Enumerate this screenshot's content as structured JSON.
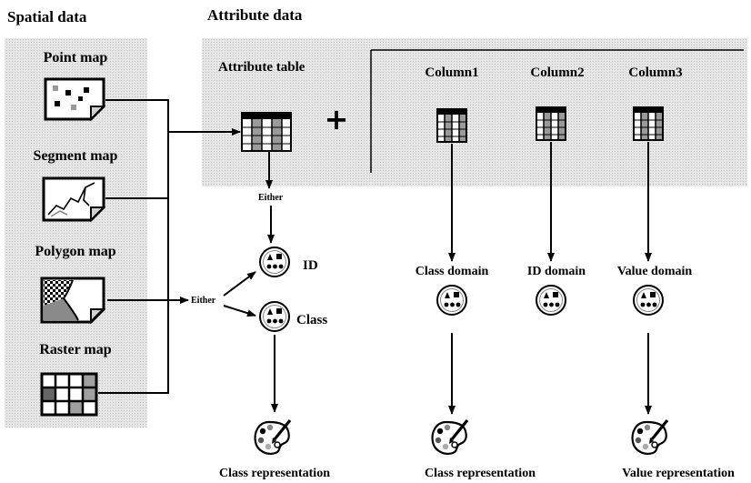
{
  "headings": {
    "spatial": "Spatial data",
    "attribute": "Attribute data"
  },
  "spatial_maps": [
    {
      "label": "Point map",
      "icon": "point-map-icon"
    },
    {
      "label": "Segment map",
      "icon": "segment-map-icon"
    },
    {
      "label": "Polygon map",
      "icon": "polygon-map-icon"
    },
    {
      "label": "Raster map",
      "icon": "raster-map-icon"
    }
  ],
  "attribute_table": {
    "label": "Attribute table",
    "icon": "table-icon"
  },
  "plus": "+",
  "either_labels": [
    "Either",
    "Either"
  ],
  "table_domains": {
    "id": "ID",
    "class": "Class",
    "representation": "Class representation"
  },
  "columns": [
    {
      "label": "Column1",
      "icon": "column-icon",
      "domain": "Class domain",
      "representation": "Class representation"
    },
    {
      "label": "Column2",
      "icon": "column-icon",
      "domain": "ID domain"
    },
    {
      "label": "Column3",
      "icon": "column-icon",
      "domain": "Value domain",
      "representation": "Value representation"
    }
  ],
  "icons": {
    "domain": "domain-icon",
    "representation": "palette-icon"
  },
  "colors": {
    "panel": "#e6e6e6",
    "dot": "#bdbdbd",
    "line": "#000000"
  }
}
